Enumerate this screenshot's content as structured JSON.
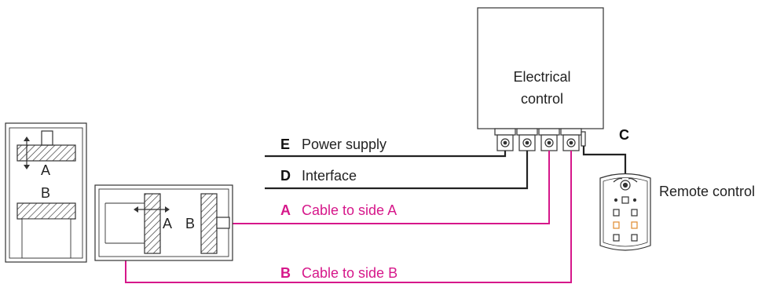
{
  "colors": {
    "cable_black": "#222222",
    "cable_magenta": "#d6178a",
    "outline": "#333333"
  },
  "control_box": {
    "line1": "Electrical",
    "line2": "control"
  },
  "remote": {
    "letter": "C",
    "label": "Remote control"
  },
  "cables": [
    {
      "letter": "E",
      "label": "Power supply"
    },
    {
      "letter": "D",
      "label": "Interface"
    },
    {
      "letter": "A",
      "label": "Cable to side A"
    },
    {
      "letter": "B",
      "label": "Cable to side B"
    }
  ],
  "unit_vertical": {
    "side_a": "A",
    "side_b": "B"
  },
  "unit_horizontal": {
    "side_a": "A",
    "side_b": "B"
  }
}
